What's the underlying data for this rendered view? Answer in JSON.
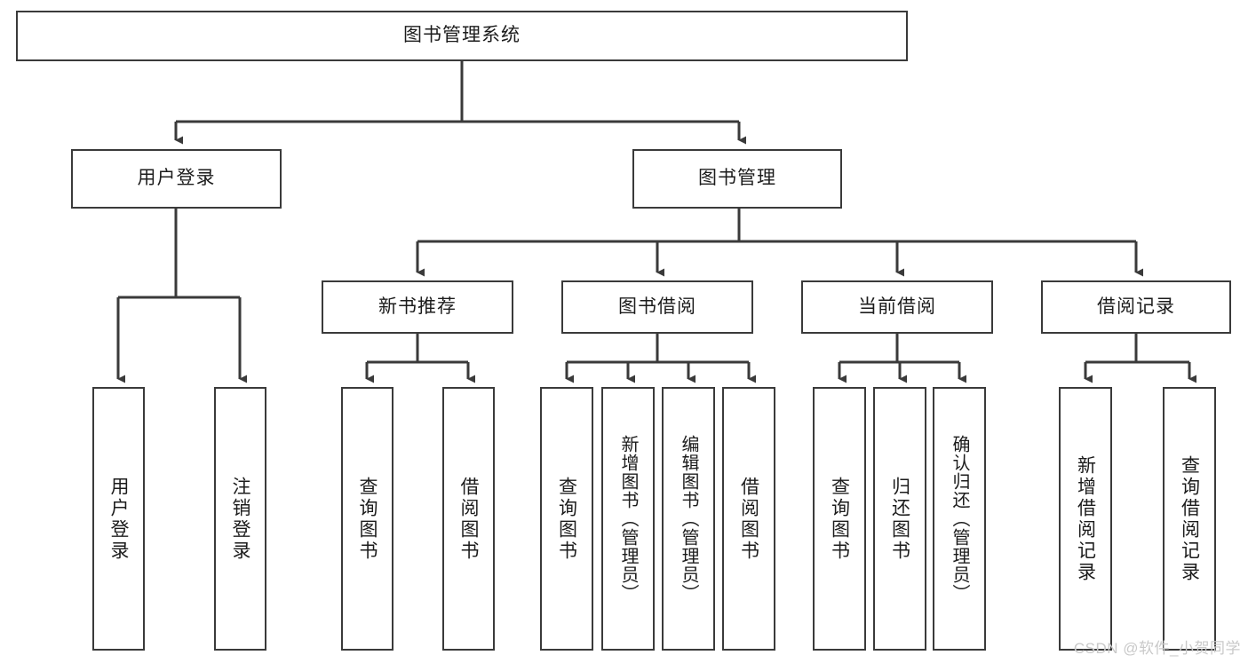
{
  "diagram": {
    "title": "图书管理系统",
    "type": "tree",
    "root": {
      "id": "root",
      "label": "图书管理系统"
    },
    "level2": [
      {
        "id": "user-login",
        "label": "用户登录"
      },
      {
        "id": "book-manage",
        "label": "图书管理"
      }
    ],
    "level3": [
      {
        "id": "new-book-recommend",
        "label": "新书推荐"
      },
      {
        "id": "book-borrow",
        "label": "图书借阅"
      },
      {
        "id": "current-borrow",
        "label": "当前借阅"
      },
      {
        "id": "borrow-record",
        "label": "借阅记录"
      }
    ],
    "leaves": {
      "user_login": [
        {
          "id": "leaf-user-login",
          "label": "用户登录"
        },
        {
          "id": "leaf-logout-login",
          "label": "注销登录"
        }
      ],
      "new_book_recommend": [
        {
          "id": "leaf-query-book-1",
          "label": "查询图书"
        },
        {
          "id": "leaf-borrow-book-1",
          "label": "借阅图书"
        }
      ],
      "book_borrow": [
        {
          "id": "leaf-query-book-2",
          "label": "查询图书"
        },
        {
          "id": "leaf-add-book",
          "label": "新增图书（管理员）"
        },
        {
          "id": "leaf-edit-book",
          "label": "编辑图书（管理员）"
        },
        {
          "id": "leaf-borrow-book-2",
          "label": "借阅图书"
        }
      ],
      "current_borrow": [
        {
          "id": "leaf-query-book-3",
          "label": "查询图书"
        },
        {
          "id": "leaf-return-book",
          "label": "归还图书"
        },
        {
          "id": "leaf-confirm-return",
          "label": "确认归还（管理员）"
        }
      ],
      "borrow_record": [
        {
          "id": "leaf-add-record",
          "label": "新增借阅记录"
        },
        {
          "id": "leaf-query-record",
          "label": "查询借阅记录"
        }
      ]
    }
  },
  "watermark": {
    "text": "CSDN @软件_小贺同学"
  },
  "colors": {
    "border": "#3a3a3a",
    "background": "#ffffff",
    "text": "#1c1c1c",
    "watermark": "#c9c9c9"
  }
}
